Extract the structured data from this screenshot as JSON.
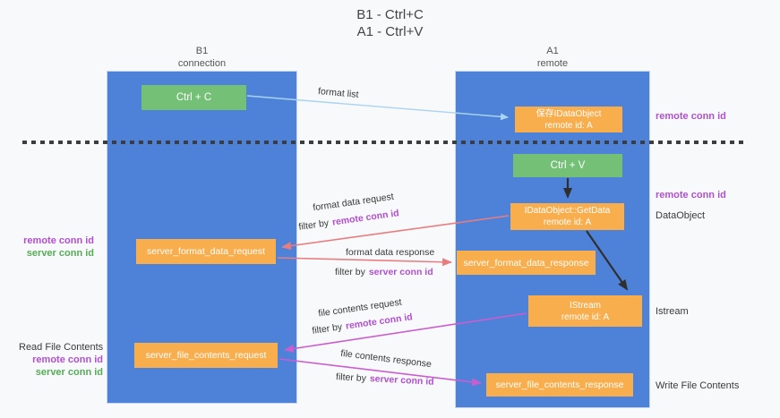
{
  "title": {
    "line1": "B1 - Ctrl+C",
    "line2": "A1 - Ctrl+V"
  },
  "lanes": {
    "left": {
      "name": "B1",
      "role": "connection"
    },
    "right": {
      "name": "A1",
      "role": "remote"
    }
  },
  "nodes": {
    "ctrl_c": {
      "label": "Ctrl + C"
    },
    "ctrl_v": {
      "label": "Ctrl + V"
    },
    "save_dataobject": {
      "line1": "保存IDataObject",
      "line2": "remote id: A"
    },
    "getdata": {
      "line1": "IDataObject::GetData",
      "line2": "remote id: A"
    },
    "istream": {
      "line1": "IStream",
      "line2": "remote id: A"
    },
    "format_request": {
      "label": "server_format_data_request"
    },
    "format_response": {
      "label": "server_format_data_response"
    },
    "file_request": {
      "label": "server_file_contents_request"
    },
    "file_response": {
      "label": "server_file_contents_response"
    }
  },
  "edges": {
    "format_list": "format list",
    "format_data_request": "format data request",
    "format_data_response": "format data response",
    "file_contents_request": "file contents request",
    "file_contents_response": "file contents response",
    "filter_by": "filter by",
    "remote_conn_id": "remote conn id",
    "server_conn_id": "server conn id"
  },
  "annotations": {
    "remote_conn_id_top": "remote conn id",
    "remote_conn_id_mid": "remote conn id",
    "dataobject": "DataObject",
    "istream": "Istream",
    "write_file_contents": "Write File Contents",
    "left_remote_conn_id": "remote conn id",
    "left_server_conn_id": "server conn id",
    "read_file_contents": "Read File Contents",
    "left2_remote_conn_id": "remote conn id",
    "left2_server_conn_id": "server conn id"
  },
  "colors": {
    "lane_blue": "#4d82d8",
    "node_orange": "#f9ae4e",
    "node_green": "#74c077",
    "arrow_red": "#e87d80",
    "arrow_magenta": "#ca5ecf",
    "arrow_light_blue": "#a9d3f1",
    "arrow_black": "#2f2f2f",
    "purple_text": "#b050d0",
    "green_text": "#55ab57"
  }
}
